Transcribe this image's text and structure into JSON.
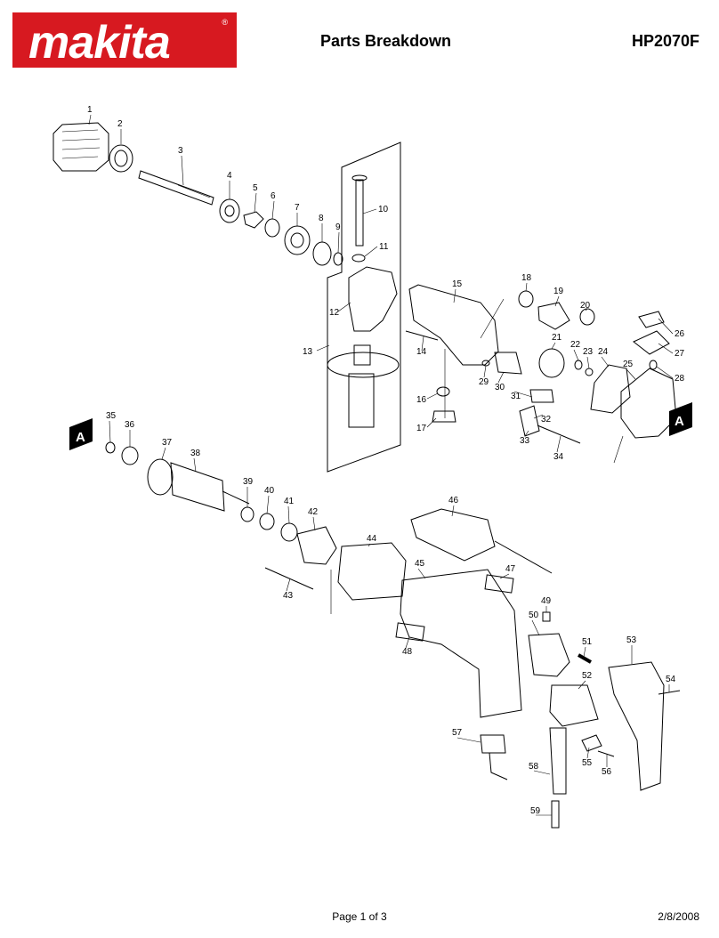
{
  "header": {
    "logo_text": "makita",
    "logo_registered": "®",
    "title": "Parts Breakdown",
    "model": "HP2070F"
  },
  "footer": {
    "page": "Page 1 of 3",
    "date": "2/8/2008"
  },
  "markers": [
    "A",
    "A"
  ],
  "parts": [
    "1",
    "2",
    "3",
    "4",
    "5",
    "6",
    "7",
    "8",
    "9",
    "10",
    "11",
    "12",
    "13",
    "14",
    "15",
    "16",
    "17",
    "18",
    "19",
    "20",
    "21",
    "22",
    "23",
    "24",
    "25",
    "26",
    "27",
    "28",
    "29",
    "30",
    "31",
    "32",
    "33",
    "34",
    "35",
    "36",
    "37",
    "38",
    "39",
    "40",
    "41",
    "42",
    "43",
    "44",
    "45",
    "46",
    "47",
    "48",
    "49",
    "50",
    "51",
    "52",
    "53",
    "54",
    "55",
    "56",
    "57",
    "58",
    "59"
  ]
}
